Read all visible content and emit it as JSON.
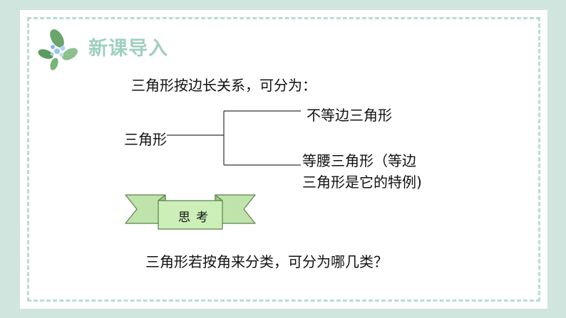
{
  "header": {
    "title": "新课导入"
  },
  "content": {
    "intro": "三角形按边长关系，可分为：",
    "tree": {
      "root": "三角形",
      "branch_1": "不等边三角形",
      "branch_2_line1": "等腰三角形（等边",
      "branch_2_line2": "三角形是它的特例)"
    },
    "think_label": "思考",
    "question": "三角形若按角来分类，可分为哪几类？"
  },
  "colors": {
    "background": "#cfe5dd",
    "frame_dash": "#b9ddd1",
    "title": "#9fd0bf",
    "banner_fill": "#ccefb8",
    "banner_stroke": "#5f7f52"
  },
  "icons": {
    "decoration": "flower-leaf-icon"
  }
}
